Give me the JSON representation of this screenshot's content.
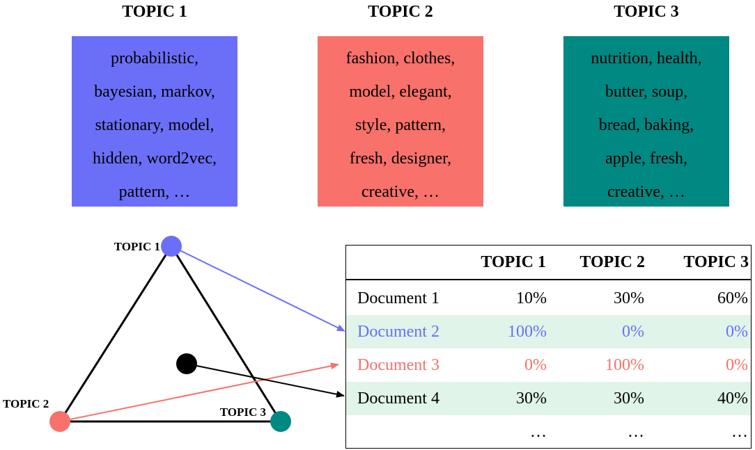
{
  "topics": [
    {
      "title": "TOPIC 1",
      "color": "#6b6ff8",
      "words": [
        "probabilistic,",
        "bayesian, markov,",
        "stationary, model,",
        "hidden, word2vec,",
        "pattern, …"
      ]
    },
    {
      "title": "TOPIC 2",
      "color": "#f8716a",
      "words": [
        "fashion, clothes,",
        "model, elegant,",
        "style, pattern,",
        "fresh, designer,",
        "creative, …"
      ]
    },
    {
      "title": "TOPIC 3",
      "color": "#008882",
      "words": [
        "nutrition, health,",
        "butter, soup,",
        "bread, baking,",
        "apple, fresh,",
        "creative, …"
      ]
    }
  ],
  "simplex": {
    "vertex_labels": [
      "TOPIC 1",
      "TOPIC 2",
      "TOPIC 3"
    ],
    "vertex_colors": [
      "#6b6ff8",
      "#f8716a",
      "#008882"
    ],
    "inner_point_color": "#000000"
  },
  "table": {
    "headers": [
      "",
      "TOPIC 1",
      "TOPIC 2",
      "TOPIC 3"
    ],
    "rows": [
      {
        "cells": [
          "Document 1",
          "10%",
          "30%",
          "60%"
        ],
        "color": "#000000",
        "shaded": false
      },
      {
        "cells": [
          "Document 2",
          "100%",
          "0%",
          "0%"
        ],
        "color": "#6b6ff8",
        "shaded": true
      },
      {
        "cells": [
          "Document 3",
          "0%",
          "100%",
          "0%"
        ],
        "color": "#f8716a",
        "shaded": false
      },
      {
        "cells": [
          "Document 4",
          "30%",
          "30%",
          "40%"
        ],
        "color": "#000000",
        "shaded": true
      },
      {
        "cells": [
          "",
          "…",
          "…",
          "…"
        ],
        "color": "#000000",
        "shaded": false
      }
    ],
    "shade_color": "#e0f4e9"
  }
}
